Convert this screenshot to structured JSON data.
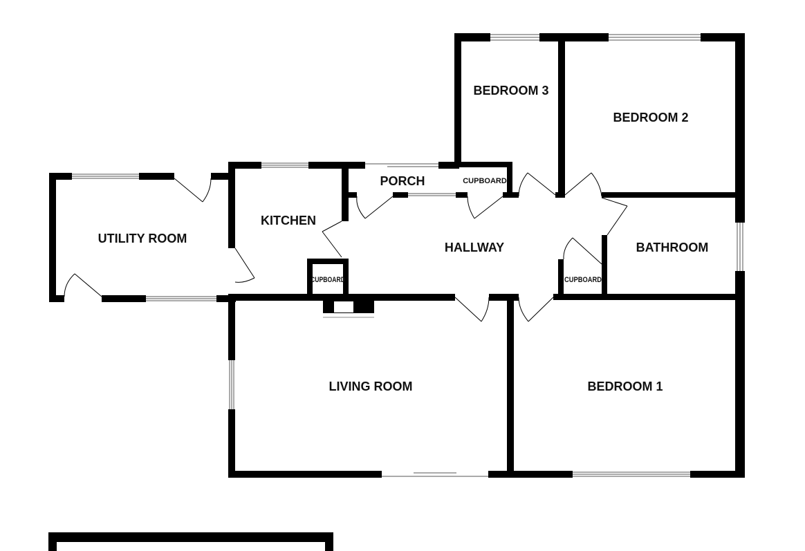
{
  "floor_plan": {
    "rooms": {
      "utility_room": "UTILITY ROOM",
      "kitchen": "KITCHEN",
      "porch": "PORCH",
      "cupboard_porch": "CUPBOARD",
      "hallway": "HALLWAY",
      "bedroom_3": "BEDROOM 3",
      "bedroom_2": "BEDROOM 2",
      "bathroom": "BATHROOM",
      "cupboard_kitchen": "CUPBOARD",
      "cupboard_hall": "CUPBOARD",
      "living_room": "LIVING ROOM",
      "bedroom_1": "BEDROOM 1"
    },
    "colors": {
      "wall": "#000000",
      "background": "#ffffff",
      "text": "#111111"
    }
  }
}
